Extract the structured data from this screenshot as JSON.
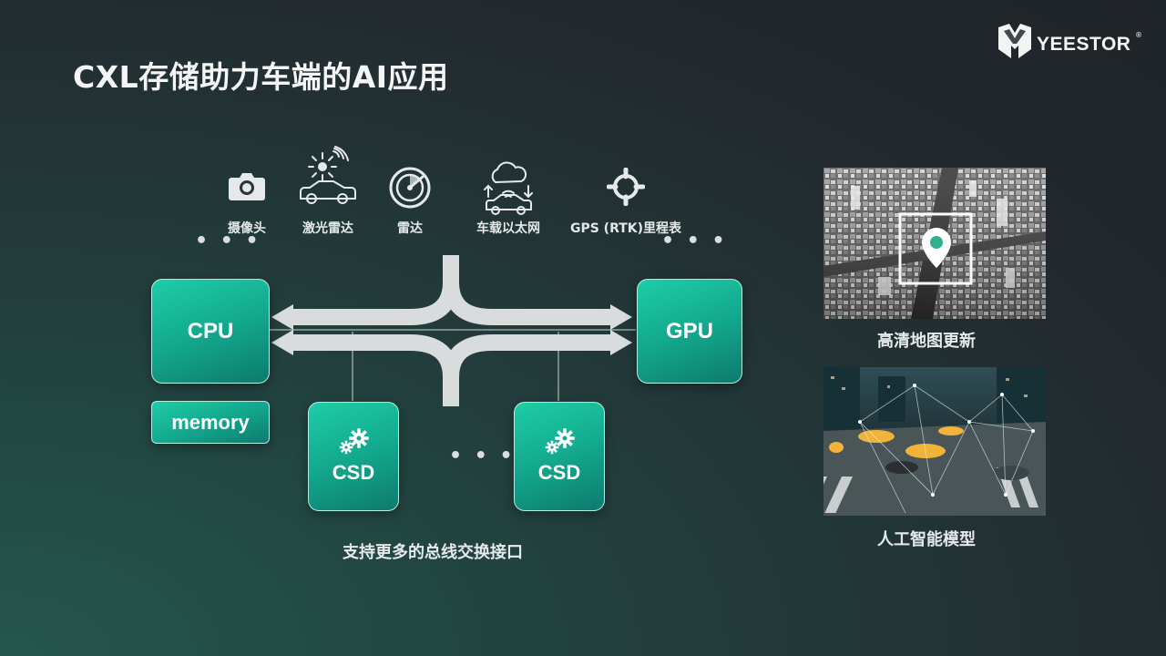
{
  "slide": {
    "title": "CXL存储助力车端的AI应用",
    "logo_text": "YEESTOR",
    "logo_mark": "®"
  },
  "sensors": [
    {
      "label": "摄像头",
      "icon": "camera-icon"
    },
    {
      "label": "激光雷达",
      "icon": "lidar-car-icon"
    },
    {
      "label": "雷达",
      "icon": "radar-icon"
    },
    {
      "label": "车载以太网",
      "icon": "ethernet-car-icon"
    },
    {
      "label": "GPS (RTK)里程表",
      "icon": "gps-crosshair-icon"
    }
  ],
  "ellipsis": "• • •",
  "diagram": {
    "cpu_label": "CPU",
    "gpu_label": "GPU",
    "memory_label": "memory",
    "csd_labels": [
      "CSD",
      "CSD"
    ],
    "csd_ellipsis": "• • •",
    "bus_caption": "支持更多的总线交换接口"
  },
  "applications": [
    {
      "caption": "高清地图更新",
      "image": "city-aerial-map-pin-photo"
    },
    {
      "caption": "人工智能模型",
      "image": "street-crossing-network-photo"
    }
  ],
  "colors": {
    "accent": "#16b495",
    "arrow": "#d9dcdc"
  }
}
